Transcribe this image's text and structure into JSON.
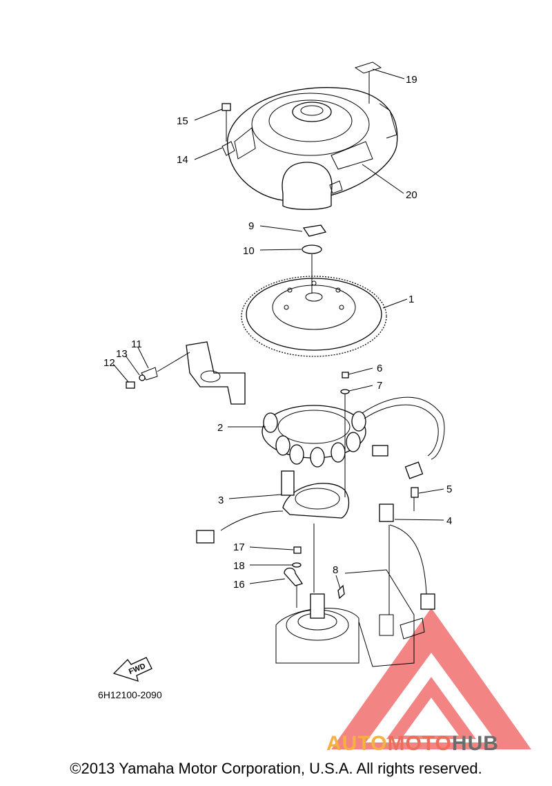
{
  "callouts": [
    "1",
    "2",
    "3",
    "4",
    "5",
    "6",
    "7",
    "8",
    "9",
    "10",
    "11",
    "12",
    "13",
    "14",
    "15",
    "16",
    "17",
    "18",
    "19",
    "20"
  ],
  "part_number": "6H12100-2090",
  "fwd_label": "FWD",
  "watermark": {
    "word_1": "AUTO",
    "word_2": "MOTO",
    "word_3": "HUB",
    "color_1": "#f5b041",
    "color_2": "#ef6b5b",
    "color_3": "#6b6b6b",
    "triangle_color": "#ef5b5b"
  },
  "copyright": "©2013 Yamaha Motor Corporation, U.S.A. All rights reserved."
}
